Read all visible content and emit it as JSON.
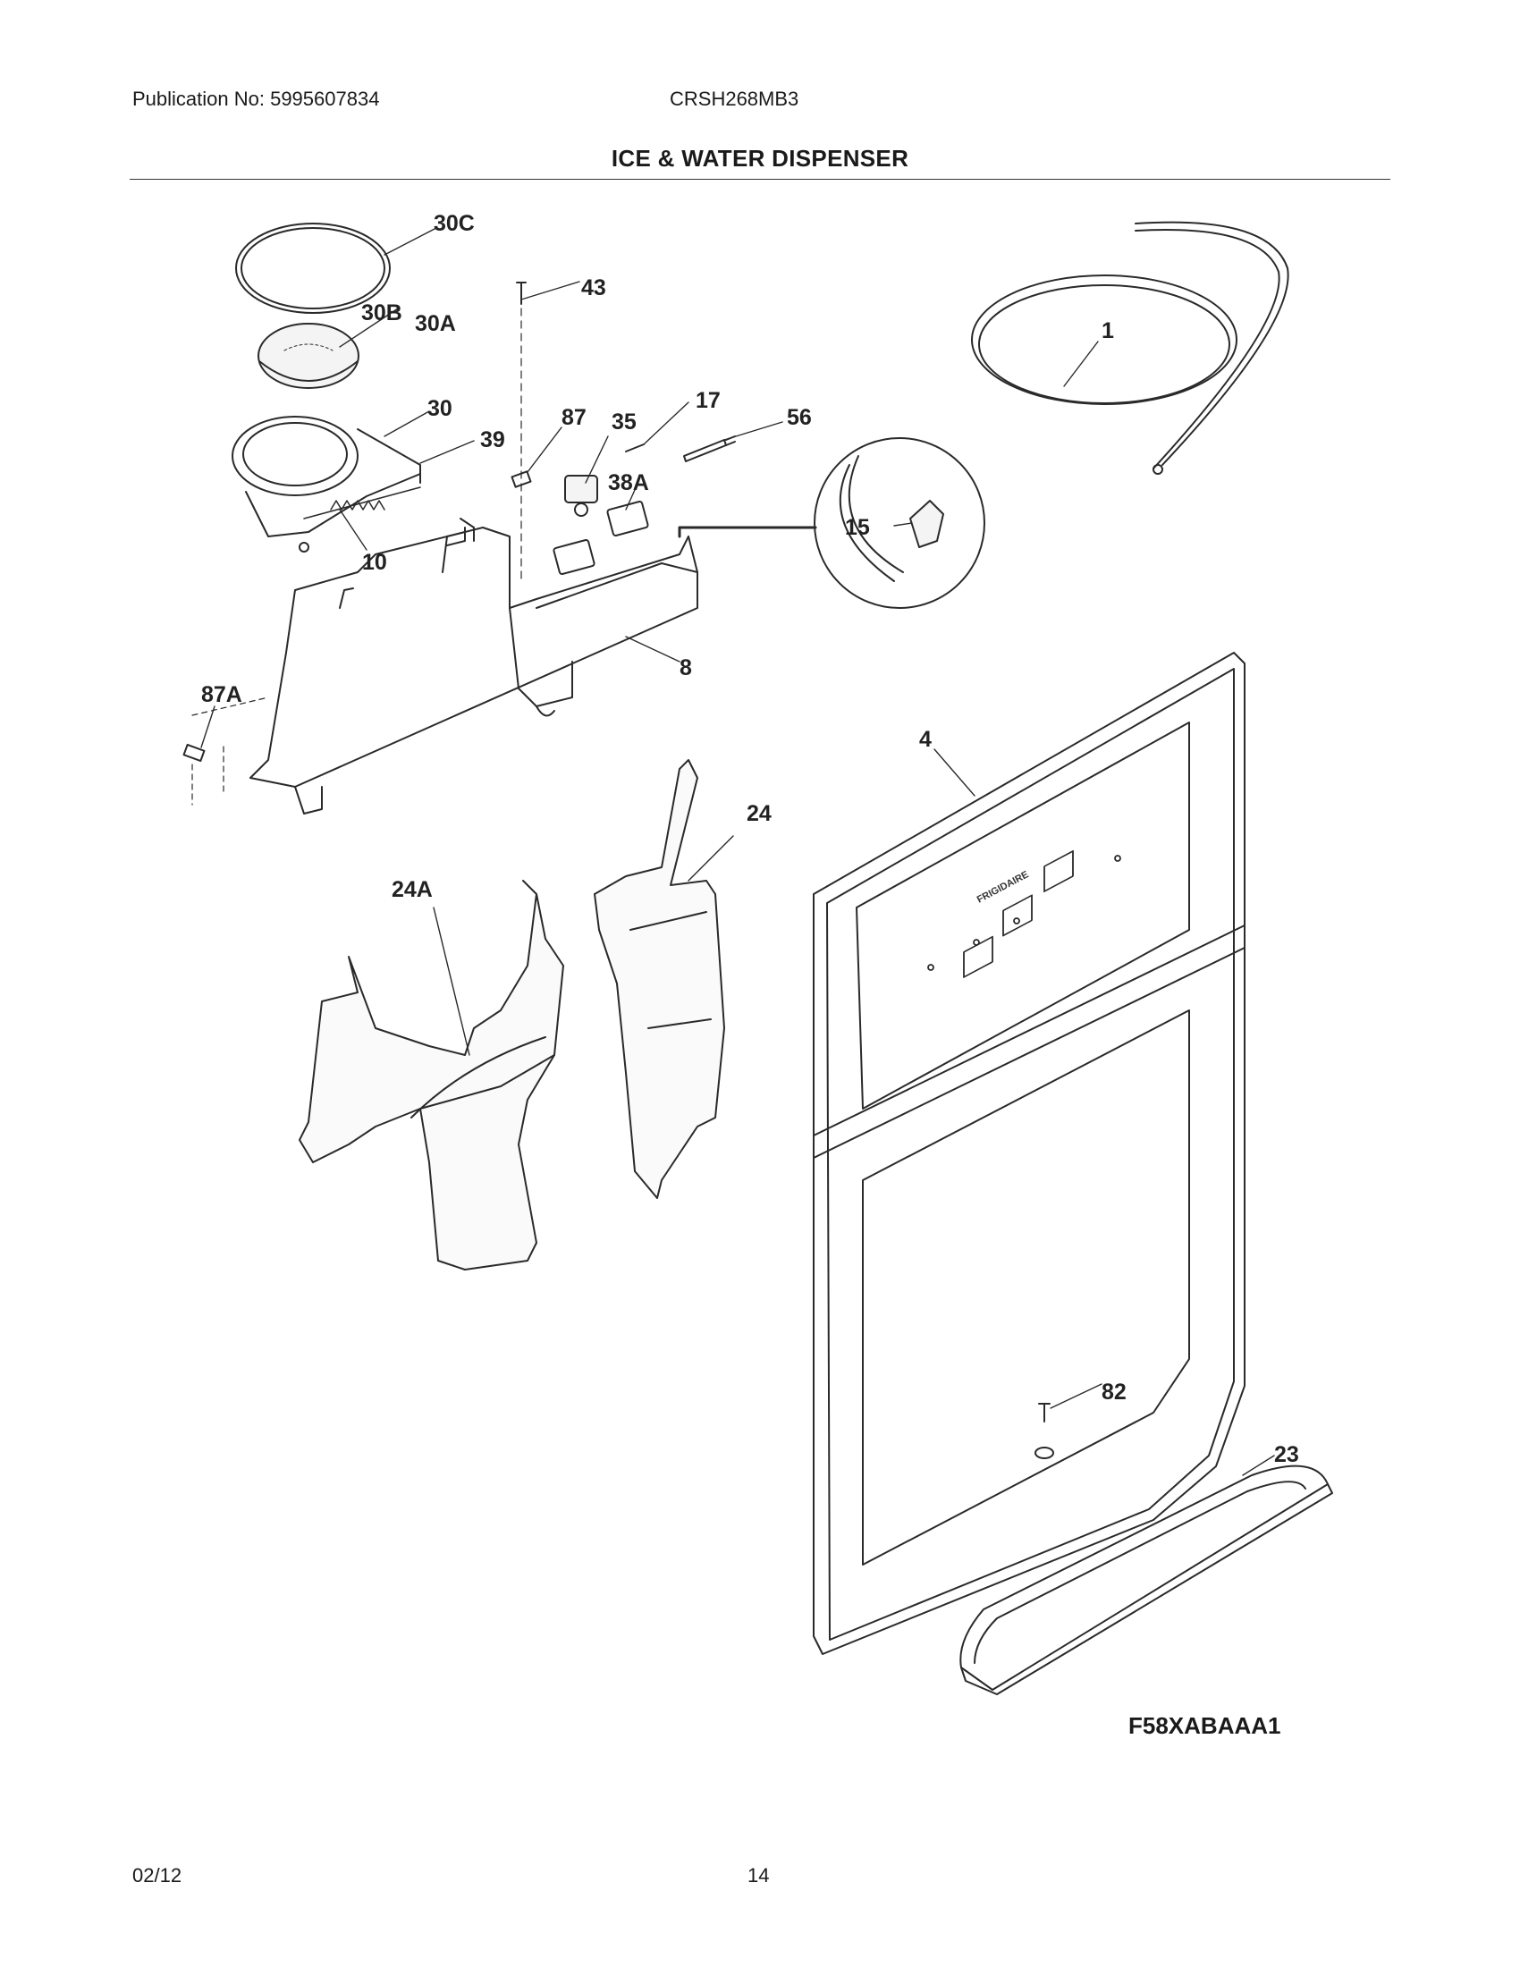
{
  "header": {
    "publication": "Publication No: 5995607834",
    "model": "CRSH268MB3",
    "section_title": "ICE & WATER DISPENSER"
  },
  "diagram": {
    "figure_code": "F58XABAAA1",
    "panel_brand": "FRIGIDAIRE",
    "callouts": {
      "c30C": "30C",
      "c43": "43",
      "c30B": "30B",
      "c30A": "30A",
      "c1": "1",
      "c30": "30",
      "c87": "87",
      "c35": "35",
      "c17": "17",
      "c56": "56",
      "c39": "39",
      "c38A": "38A",
      "c15": "15",
      "c10": "10",
      "c8": "8",
      "c87A": "87A",
      "c4": "4",
      "c24": "24",
      "c24A": "24A",
      "c82": "82",
      "c23": "23"
    }
  },
  "footer": {
    "date": "02/12",
    "page": "14"
  }
}
